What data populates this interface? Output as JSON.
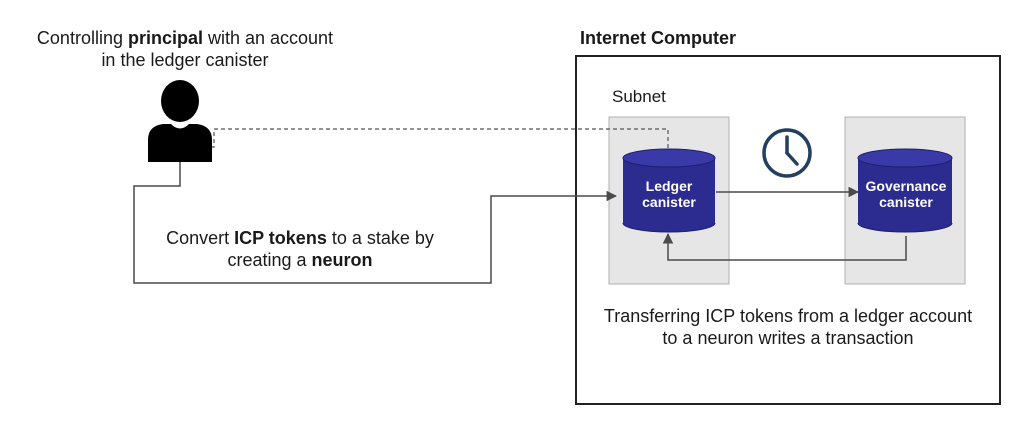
{
  "principal": {
    "caption_prefix": "Controlling ",
    "caption_bold": "principal",
    "caption_suffix": " with an account",
    "caption_line2": "in the ledger canister",
    "icon": "user-silhouette-icon"
  },
  "convert": {
    "line1_prefix": "Convert ",
    "line1_bold": "ICP tokens",
    "line1_suffix": " to a stake by",
    "line2_prefix": "creating a ",
    "line2_bold": "neuron"
  },
  "internet_computer": {
    "title": "Internet Computer",
    "subnet_label": "Subnet",
    "ledger": {
      "line1": "Ledger",
      "line2": "canister"
    },
    "governance": {
      "line1": "Governance",
      "line2": "canister"
    },
    "clock_icon": "clock-icon",
    "tx_line1": "Transferring ICP tokens from a ledger account",
    "tx_line2": "to a neuron writes a transaction"
  },
  "colors": {
    "cylinder": "#2c2b8f",
    "cylinder_top": "#3a39a8",
    "clock": "#243f60",
    "subnet_fill": "#e6e6e6",
    "line": "#4a4a4a"
  }
}
